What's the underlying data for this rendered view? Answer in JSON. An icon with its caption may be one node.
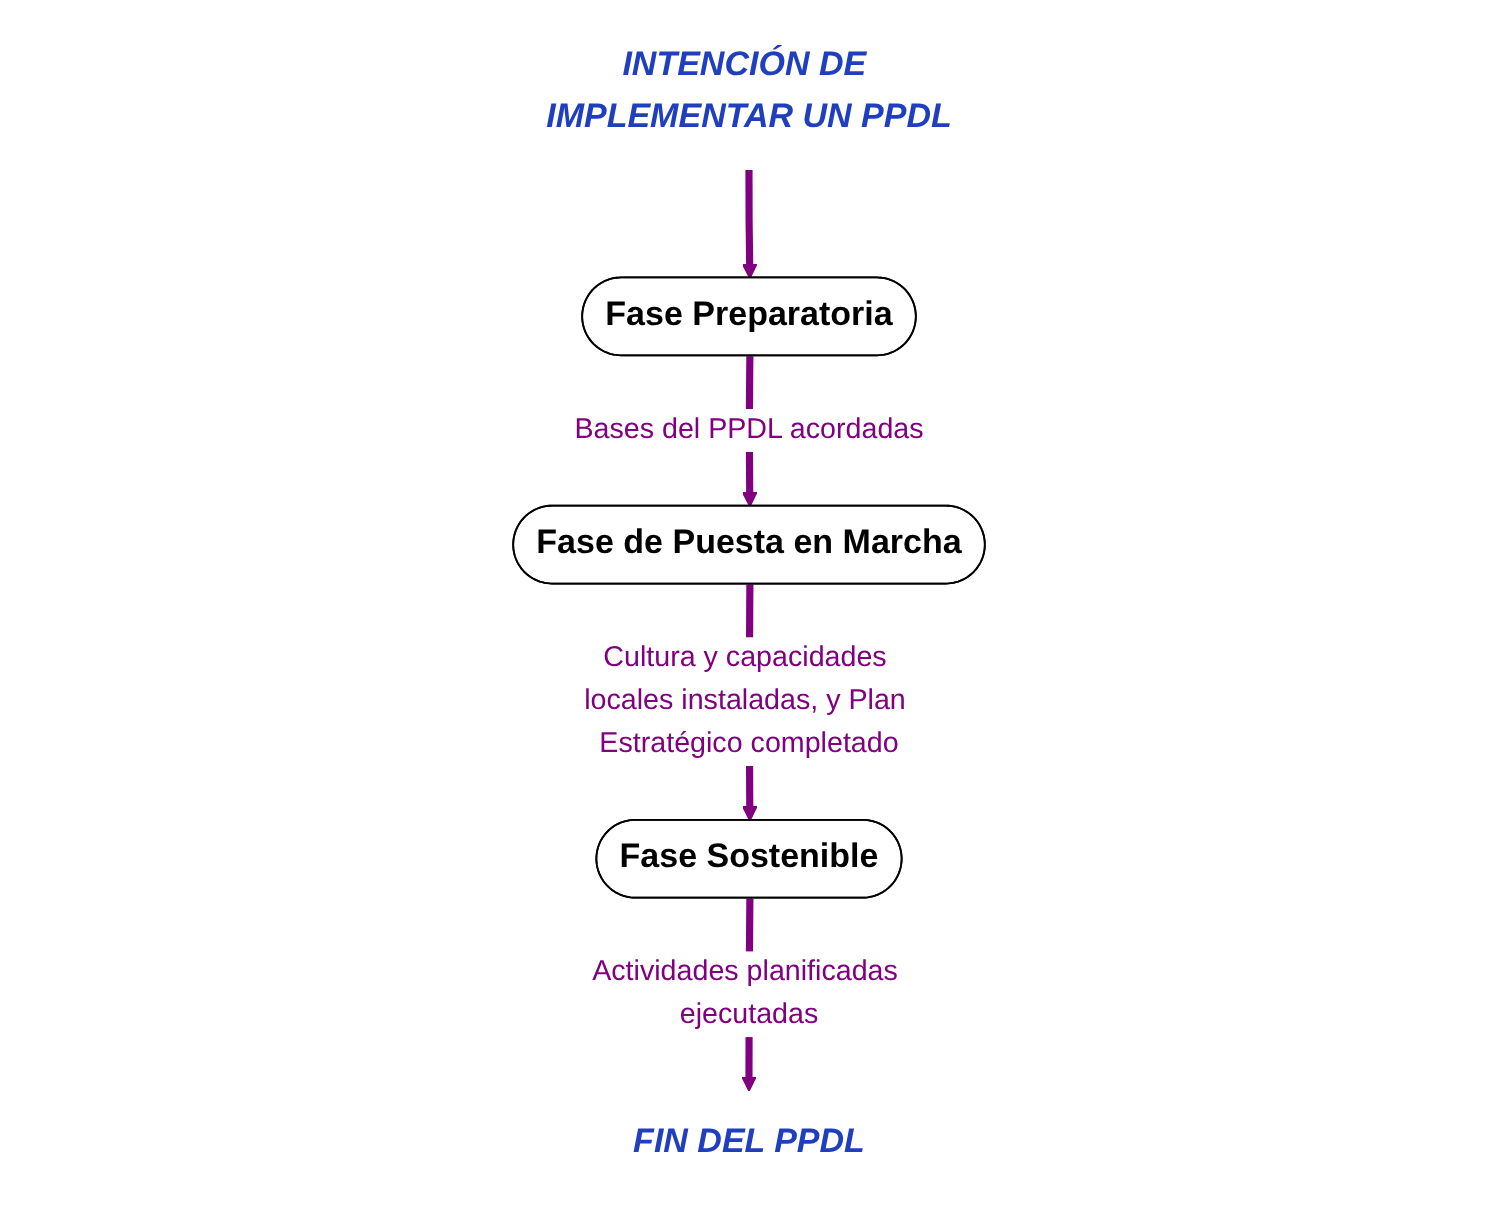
{
  "diagram": {
    "nodes": [
      {
        "text": [
          "INTENCIÓN DE IMPLEMENTAR UN PPDL"
        ]
      },
      {
        "text": [
          "Fase Preparatoria"
        ]
      },
      {
        "text": [
          "Fase de Puesta en Marcha"
        ]
      },
      {
        "text": [
          "Fase Sostenible"
        ]
      },
      {
        "text": [
          "FIN DEL PPDL"
        ]
      }
    ],
    "edges": [
      {
        "from": 0,
        "to": 1,
        "arrow": "to"
      },
      {
        "from": 1,
        "to": 2,
        "arrow": "to",
        "label": "Bases del PPDL acordadas"
      },
      {
        "from": 2,
        "to": 3,
        "arrow": "to",
        "label": "Cultura y capacidades locales instaladas, y Plan Estratégico completado"
      },
      {
        "from": 3,
        "to": 4,
        "arrow": "to",
        "label": "Actividades planificadas ejecutadas"
      }
    ]
  }
}
